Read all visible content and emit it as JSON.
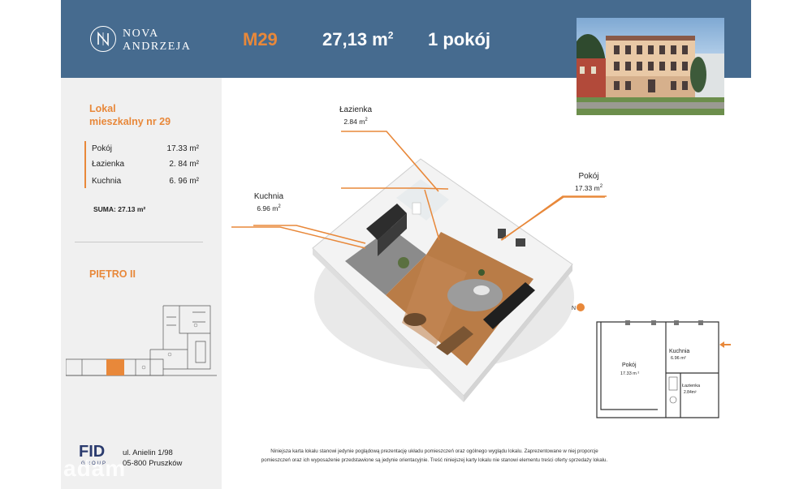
{
  "header": {
    "brand_line1": "NOVA",
    "brand_line2": "ANDRZEJA",
    "unit_code": "M29",
    "area_value": "27,13 m",
    "area_sup": "2",
    "rooms": "1 pokój"
  },
  "colors": {
    "header_bg": "#466b8f",
    "accent": "#e8883a",
    "panel_bg": "#f0f0f0"
  },
  "lokal": {
    "title_line1": "Lokal",
    "title_line2": "mieszkalny nr 29",
    "rooms": [
      {
        "name": "Pokój",
        "area": "17.33 m²"
      },
      {
        "name": "Łazienka",
        "area": "2. 84 m²"
      },
      {
        "name": "Kuchnia",
        "area": "6. 96 m²"
      }
    ],
    "total": "SUMA: 27.13 m²"
  },
  "floor": {
    "label": "PIĘTRO II"
  },
  "company": {
    "logo_text": "FID",
    "logo_sub": "GROUP",
    "address_line1": "ul. Anielin 1/98",
    "address_line2": "05-800 Pruszków"
  },
  "callouts": {
    "lazienka": {
      "name": "Łazienka",
      "area": "2.84 m",
      "sup": "2"
    },
    "pokoj": {
      "name": "Pokój",
      "area": "17.33 m",
      "sup": "2"
    },
    "kuchnia": {
      "name": "Kuchnia",
      "area": "6.96 m",
      "sup": "2"
    }
  },
  "mini_plan": {
    "north": "N",
    "pokoj_label": "Pokój",
    "pokoj_area": "17.33 m ²",
    "kuchnia_label": "Kuchnia",
    "kuchnia_area": "6.96 m²",
    "lazienka_label": "Łazienka",
    "lazienka_area": "2.84m²"
  },
  "disclaimer": {
    "line1": "Niniejsza karta lokalu stanowi jedynie poglądową prezentację układu pomieszczeń oraz ogólnego wyglądu lokalu. Zaprezentowane w niej proporcje",
    "line2": "pomieszczeń oraz ich wyposażenie przedstawione są jedynie orientacyjnie. Treść niniejszej karty lokalu nie stanowi elementu treści oferty sprzedaży lokalu."
  },
  "watermark": "adam"
}
